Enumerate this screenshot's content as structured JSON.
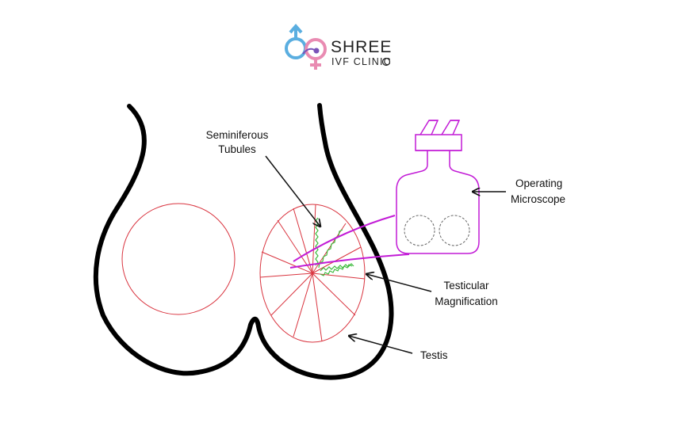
{
  "logo": {
    "title": "SHREE",
    "subtitle": "IVF CLINIC",
    "colors": {
      "male": "#5aaee0",
      "female": "#e98bb2",
      "text": "#222222"
    }
  },
  "labels": {
    "tubules_line1": "Seminiferous",
    "tubules_line2": "Tubules",
    "microscope_line1": "Operating",
    "microscope_line2": "Microscope",
    "magnification_line1": "Testicular",
    "magnification_line2": "Magnification",
    "testis": "Testis"
  },
  "colors": {
    "outline": "#000000",
    "testis": "#d9343f",
    "microscope": "#c21bd6",
    "tubules": "#3dbb3d",
    "arrows": "#111111"
  }
}
